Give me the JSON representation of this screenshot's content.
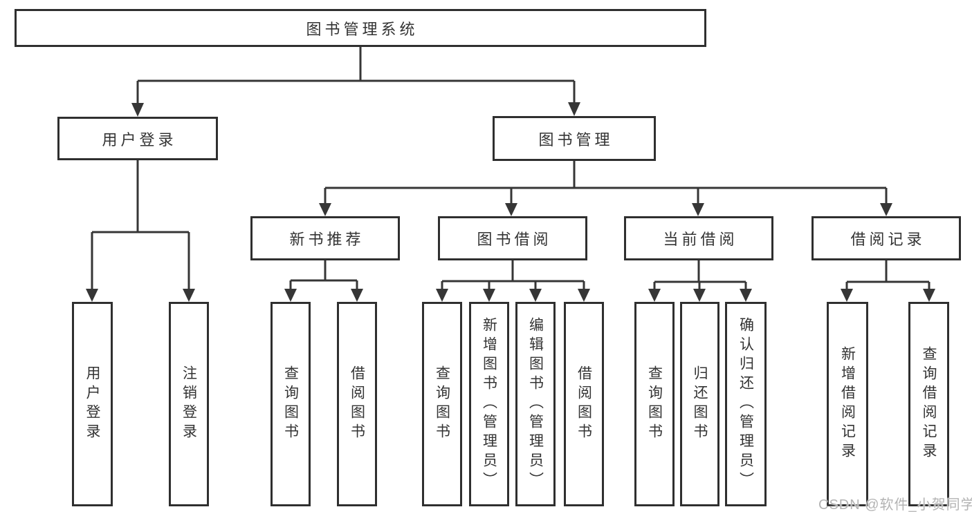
{
  "diagram": {
    "root": {
      "label": "图书管理系统"
    },
    "branches": [
      {
        "label": "用户登录",
        "children": [
          {
            "label": "用户登录"
          },
          {
            "label": "注销登录"
          }
        ]
      },
      {
        "label": "图书管理",
        "children": [
          {
            "label": "新书推荐",
            "children": [
              {
                "label": "查询图书"
              },
              {
                "label": "借阅图书"
              }
            ]
          },
          {
            "label": "图书借阅",
            "children": [
              {
                "label": "查询图书"
              },
              {
                "label": "新增图书（管理员）"
              },
              {
                "label": "编辑图书（管理员）"
              },
              {
                "label": "借阅图书"
              }
            ]
          },
          {
            "label": "当前借阅",
            "children": [
              {
                "label": "查询图书"
              },
              {
                "label": "归还图书"
              },
              {
                "label": "确认归还（管理员）"
              }
            ]
          },
          {
            "label": "借阅记录",
            "children": [
              {
                "label": "新增借阅记录"
              },
              {
                "label": "查询借阅记录"
              }
            ]
          }
        ]
      }
    ]
  },
  "watermark": {
    "text": "CSDN @软件_小贺同学"
  },
  "colors": {
    "line": "#363636",
    "box_border": "#2f2f2f",
    "text": "#333333",
    "watermark": "#b3b3b3",
    "background": "#ffffff"
  }
}
